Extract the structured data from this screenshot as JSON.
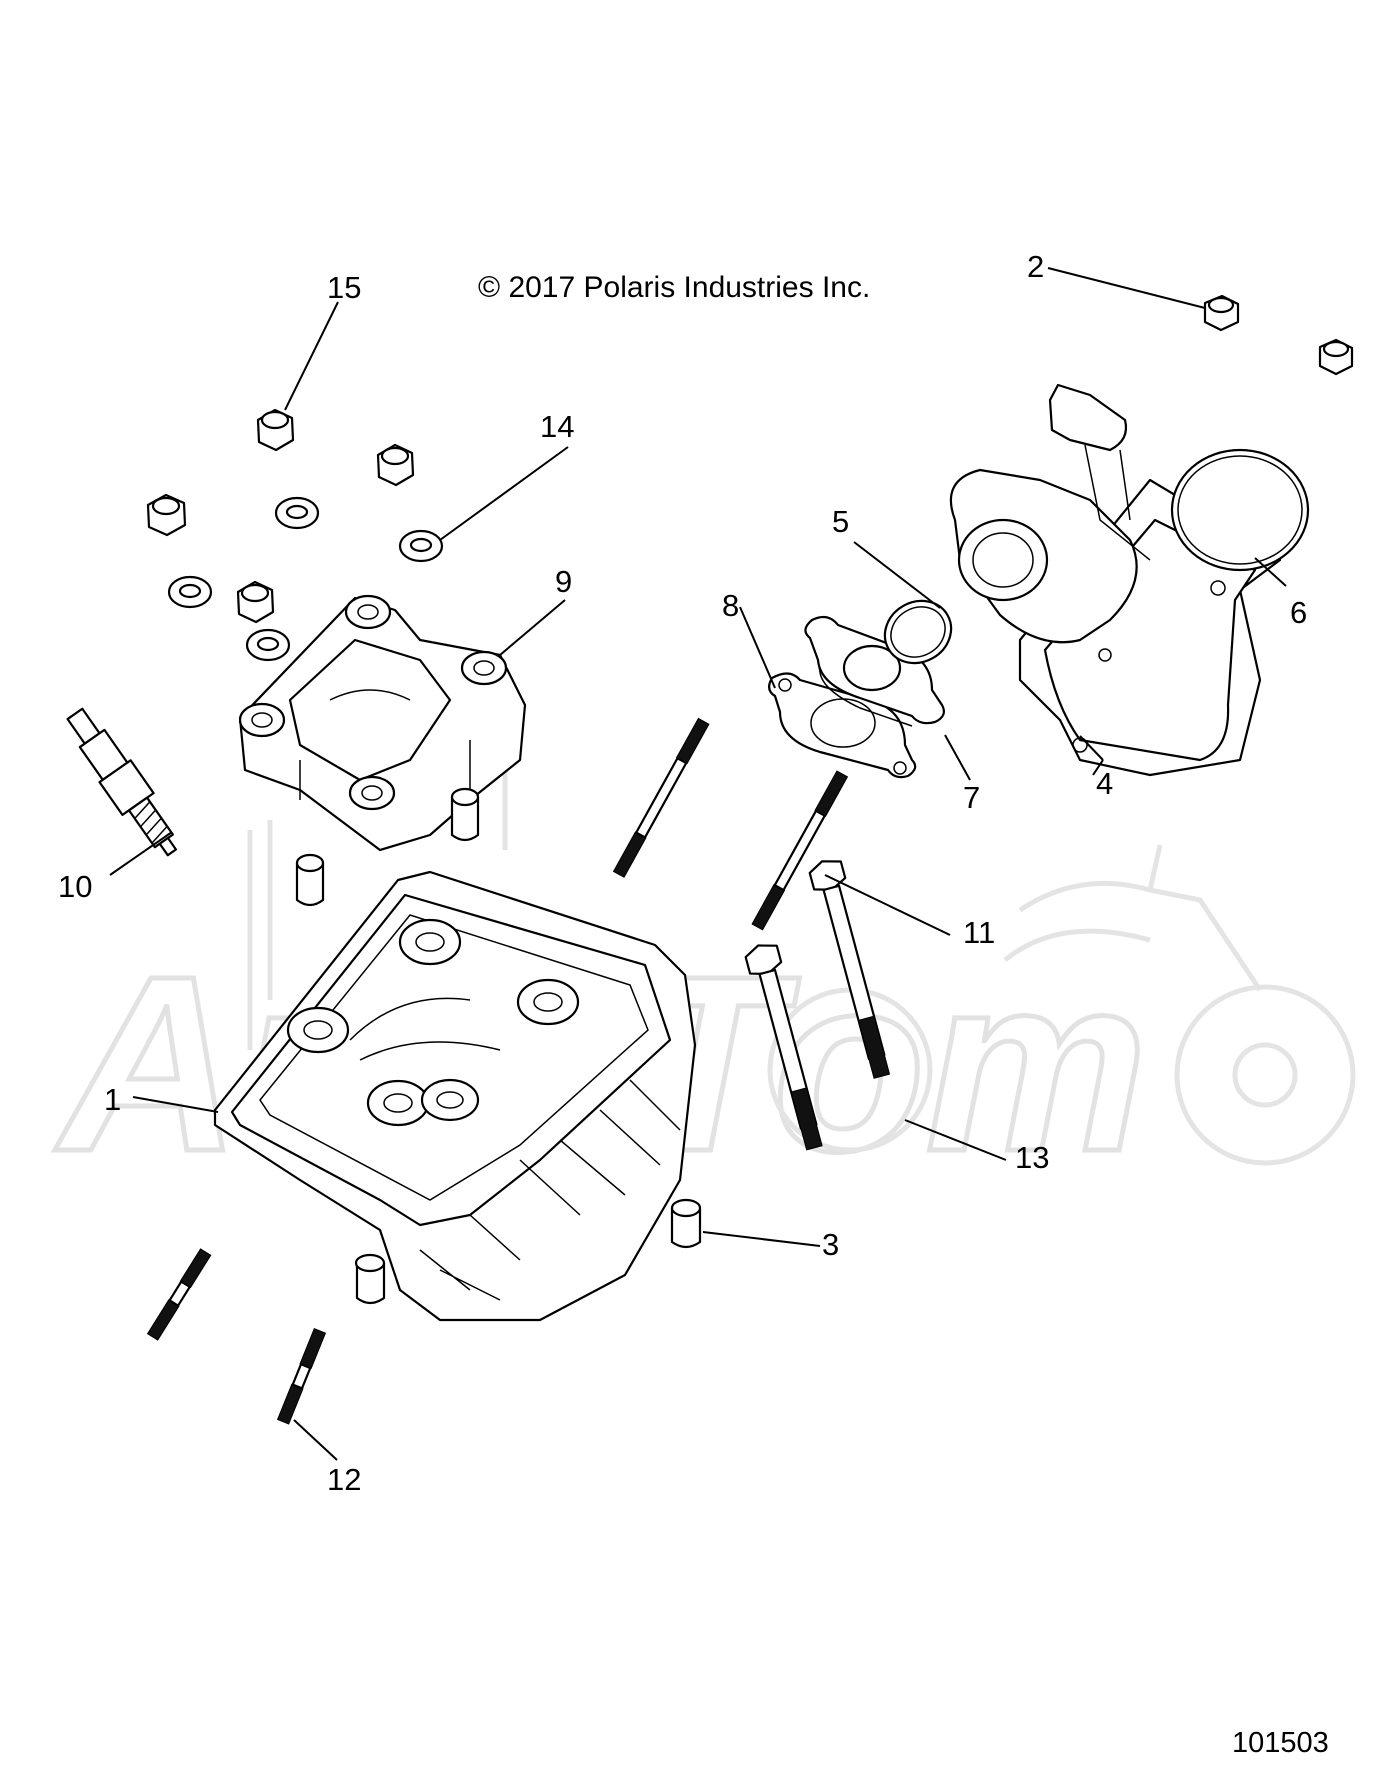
{
  "copyright": "© 2017 Polaris Industries Inc.",
  "document_number": "101503",
  "watermark": "AutoTom",
  "callouts": [
    {
      "id": "1",
      "label": "1"
    },
    {
      "id": "2",
      "label": "2"
    },
    {
      "id": "3",
      "label": "3"
    },
    {
      "id": "4",
      "label": "4"
    },
    {
      "id": "5",
      "label": "5"
    },
    {
      "id": "6",
      "label": "6"
    },
    {
      "id": "7",
      "label": "7"
    },
    {
      "id": "8",
      "label": "8"
    },
    {
      "id": "9",
      "label": "9"
    },
    {
      "id": "10",
      "label": "10"
    },
    {
      "id": "11",
      "label": "11"
    },
    {
      "id": "12",
      "label": "12"
    },
    {
      "id": "13",
      "label": "13"
    },
    {
      "id": "14",
      "label": "14"
    },
    {
      "id": "15",
      "label": "15"
    }
  ]
}
